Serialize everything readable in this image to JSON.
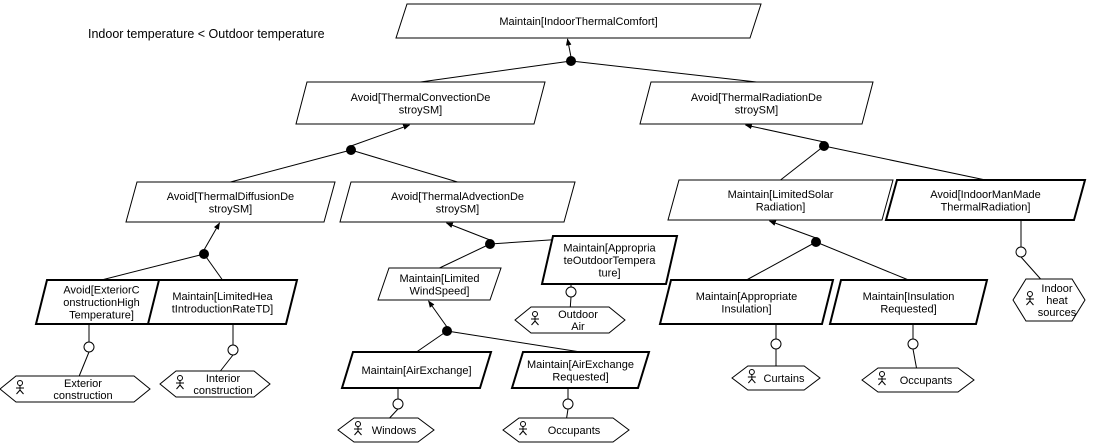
{
  "condition": "Indoor temperature < Outdoor temperature",
  "goals": {
    "g_root": {
      "lines": [
        "Maintain[IndoorThermalComfort]"
      ],
      "leaf": false
    },
    "g_conv": {
      "lines": [
        "Avoid[ThermalConvectionDe",
        "stroySM]"
      ],
      "leaf": false
    },
    "g_rad": {
      "lines": [
        "Avoid[ThermalRadiationDe",
        "stroySM]"
      ],
      "leaf": false
    },
    "g_diff": {
      "lines": [
        "Avoid[ThermalDiffusionDe",
        "stroySM]"
      ],
      "leaf": false
    },
    "g_adv": {
      "lines": [
        "Avoid[ThermalAdvectionDe",
        "stroySM]"
      ],
      "leaf": false
    },
    "g_ext": {
      "lines": [
        "Avoid[ExteriorC",
        "onstructionHigh",
        "Temperature]"
      ],
      "leaf": true
    },
    "g_heat": {
      "lines": [
        "Maintain[LimitedHea",
        "tIntroductionRateTD]"
      ],
      "leaf": true
    },
    "g_wind": {
      "lines": [
        "Maintain[Limited",
        "WindSpeed]"
      ],
      "leaf": false
    },
    "g_outtemp": {
      "lines": [
        "Maintain[Appropria",
        "teOutdoorTempera",
        "ture]"
      ],
      "leaf": true
    },
    "g_airex": {
      "lines": [
        "Maintain[AirExchange]"
      ],
      "leaf": true
    },
    "g_airreq": {
      "lines": [
        "Maintain[AirExchange",
        "Requested]"
      ],
      "leaf": true
    },
    "g_solar": {
      "lines": [
        "Maintain[LimitedSolar",
        "Radiation]"
      ],
      "leaf": false
    },
    "g_manmade": {
      "lines": [
        "Avoid[IndoorManMade",
        "ThermalRadiation]"
      ],
      "leaf": true
    },
    "g_insul": {
      "lines": [
        "Maintain[Appropriate",
        "Insulation]"
      ],
      "leaf": true
    },
    "g_insreq": {
      "lines": [
        "Maintain[Insulation",
        "Requested]"
      ],
      "leaf": true
    }
  },
  "agents": {
    "a_ext": {
      "lines": [
        "Exterior",
        "construction"
      ]
    },
    "a_int": {
      "lines": [
        "Interior",
        "construction"
      ]
    },
    "a_win": {
      "lines": [
        "Windows"
      ]
    },
    "a_occ1": {
      "lines": [
        "Occupants"
      ]
    },
    "a_outair": {
      "lines": [
        "Outdoor",
        "Air"
      ]
    },
    "a_curt": {
      "lines": [
        "Curtains"
      ]
    },
    "a_occ2": {
      "lines": [
        "Occupants"
      ]
    },
    "a_indoor": {
      "lines": [
        "Indoor",
        "heat",
        "sources"
      ]
    }
  },
  "refinements": [
    {
      "parent": "g_root",
      "children": [
        "g_conv",
        "g_rad"
      ]
    },
    {
      "parent": "g_conv",
      "children": [
        "g_diff",
        "g_adv"
      ]
    },
    {
      "parent": "g_diff",
      "children": [
        "g_ext",
        "g_heat"
      ]
    },
    {
      "parent": "g_adv",
      "children": [
        "g_wind",
        "g_outtemp"
      ]
    },
    {
      "parent": "g_wind",
      "children": [
        "g_airex",
        "g_airreq"
      ]
    },
    {
      "parent": "g_rad",
      "children": [
        "g_solar",
        "g_manmade"
      ]
    },
    {
      "parent": "g_solar",
      "children": [
        "g_insul",
        "g_insreq"
      ]
    }
  ],
  "responsibilities": [
    {
      "goal": "g_ext",
      "agent": "a_ext"
    },
    {
      "goal": "g_heat",
      "agent": "a_int"
    },
    {
      "goal": "g_airex",
      "agent": "a_win"
    },
    {
      "goal": "g_airreq",
      "agent": "a_occ1"
    },
    {
      "goal": "g_outtemp",
      "agent": "a_outair"
    },
    {
      "goal": "g_insul",
      "agent": "a_curt"
    },
    {
      "goal": "g_insreq",
      "agent": "a_occ2"
    },
    {
      "goal": "g_manmade",
      "agent": "a_indoor"
    }
  ]
}
